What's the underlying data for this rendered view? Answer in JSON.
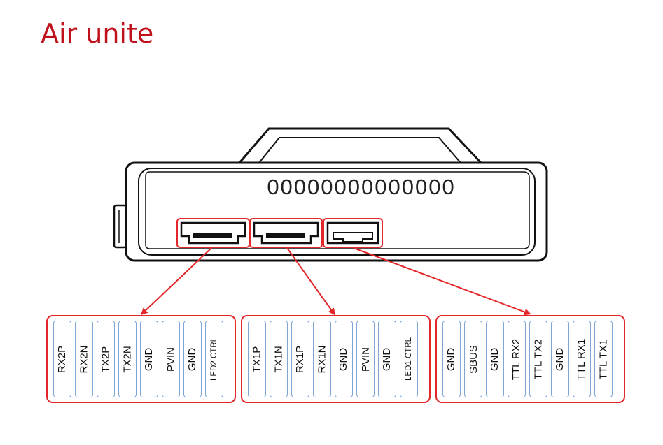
{
  "title": "Air unite",
  "device": {
    "leds_text": "00000000000000"
  },
  "connectors": [
    {
      "pins": [
        "RX2P",
        "RX2N",
        "TX2P",
        "TX2N",
        "GND",
        "PVIN",
        "GND",
        "LED2 CTRL"
      ]
    },
    {
      "pins": [
        "TX1P",
        "TX1N",
        "RX1P",
        "RX1N",
        "GND",
        "PVIN",
        "GND",
        "LED1 CTRL"
      ]
    },
    {
      "pins": [
        "GND",
        "SBUS",
        "GND",
        "TTL RX2",
        "TTL TX2",
        "GND",
        "TTL RX1",
        "TTL TX1"
      ]
    }
  ],
  "colors": {
    "accent_red": "#e3262a",
    "title_red": "#c0101b",
    "pin_border": "#7fa6d6"
  }
}
